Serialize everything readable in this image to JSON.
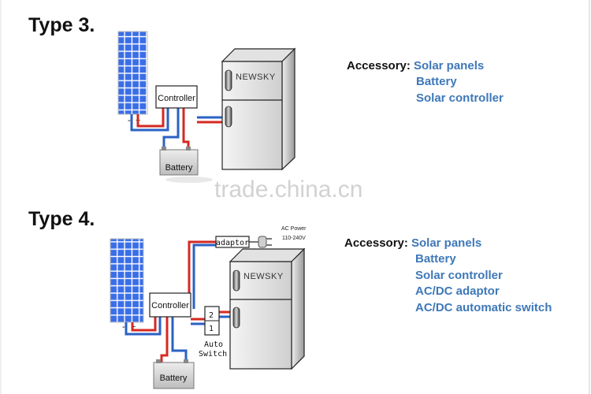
{
  "section3": {
    "title": "Type 3.",
    "controller_label": "Controller",
    "battery_label": "Battery",
    "fridge_brand": "NEWSKY",
    "panel_minus": "-",
    "panel_plus": "+",
    "accessory_label": "Accessory:",
    "accessories": [
      "Solar panels",
      "Battery",
      "Solar controller"
    ]
  },
  "watermark": "trade.china.cn",
  "section4": {
    "title": "Type 4.",
    "controller_label": "Controller",
    "battery_label": "Battery",
    "fridge_brand": "NEWSKY",
    "adaptor_label": "adaptor",
    "ac_power_label": "AC Power",
    "ac_voltage_label": "110-240V",
    "switch_pos_2": "2",
    "switch_pos_1": "1",
    "auto_label": "Auto",
    "switch_label": "Switch",
    "panel_minus": "-",
    "panel_plus": "+",
    "accessory_label": "Accessory:",
    "accessories": [
      "Solar panels",
      "Battery",
      "Solar controller",
      "AC/DC adaptor",
      "AC/DC automatic switch"
    ]
  },
  "colors": {
    "wire_red": "#d42a22",
    "wire_blue": "#2a62c4",
    "accent_blue": "#3e78b8",
    "panel_blue": "#3a6ee8"
  }
}
